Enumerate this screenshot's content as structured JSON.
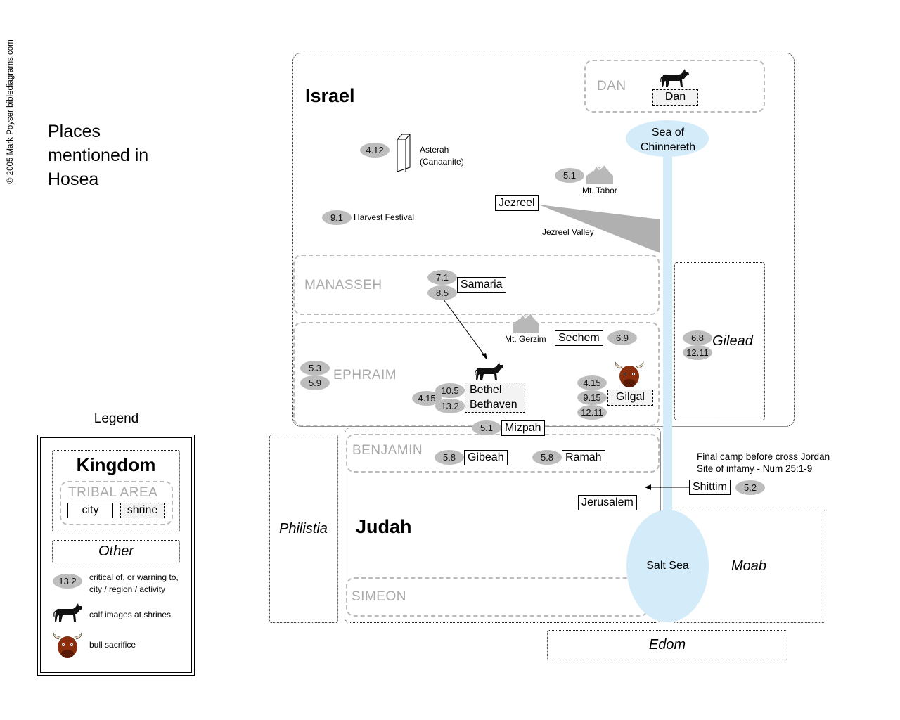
{
  "copyright": "© 2005 Mark Poyser  biblediagrams.com",
  "title": "Places mentioned in Hosea",
  "regions": {
    "israel": "Israel",
    "judah": "Judah",
    "philistia": "Philistia",
    "gilead": "Gilead",
    "moab": "Moab",
    "edom": "Edom"
  },
  "tribes": {
    "dan": "DAN",
    "manasseh": "MANASSEH",
    "ephraim": "EPHRAIM",
    "benjamin": "BENJAMIN",
    "simeon": "SIMEON"
  },
  "waters": {
    "sea_chinnereth": "Sea of Chinnereth",
    "salt_sea": "Salt Sea"
  },
  "places": {
    "dan": "Dan",
    "jezreel": "Jezreel",
    "samaria": "Samaria",
    "sechem": "Sechem",
    "bethel": "Bethel",
    "bethaven": "Bethaven",
    "gilgal": "Gilgal",
    "mizpah": "Mizpah",
    "gibeah": "Gibeah",
    "ramah": "Ramah",
    "shittim": "Shittim",
    "jerusalem": "Jerusalem"
  },
  "labels": {
    "asterah": "Asterah",
    "asterah_note": "(Canaanite)",
    "mt_tabor": "Mt. Tabor",
    "harvest_festival": "Harvest Festival",
    "jezreel_valley": "Jezreel Valley",
    "mt_gerzim": "Mt. Gerzim",
    "shittim_note_1": "Final camp before cross Jordan",
    "shittim_note_2": "Site of infamy - Num 25:1-9"
  },
  "refs": {
    "asterah": "4.12",
    "tabor": "5.1",
    "harvest": "9.1",
    "samaria_1": "7.1",
    "samaria_2": "8.5",
    "sechem": "6.9",
    "ephraim_1": "5.3",
    "ephraim_2": "5.9",
    "bethel_1": "10.5",
    "bethel_2": "13.2",
    "bethel_3": "4.15",
    "gilgal_1": "4.15",
    "gilgal_2": "9.15",
    "gilgal_3": "12.11",
    "gilead_1": "6.8",
    "gilead_2": "12.11",
    "mizpah": "5.1",
    "gibeah": "5.8",
    "ramah": "5.8",
    "shittim": "5.2"
  },
  "legend": {
    "title": "Legend",
    "kingdom": "Kingdom",
    "tribal_area": "TRIBAL AREA",
    "city": "city",
    "shrine": "shrine",
    "other": "Other",
    "ref_sample": "13.2",
    "ref_desc_1": "critical of, or warning to,",
    "ref_desc_2": "city / region / activity",
    "calf_desc": "calf images at shrines",
    "bull_desc": "bull sacrifice"
  },
  "colors": {
    "water": "#d4ecfa",
    "tribe_border": "#bbbbbb",
    "ref_fill": "#bdbdbd",
    "mountain": "#b8b8b8",
    "bull": "#8b2e0e"
  },
  "icons": [
    "calf-icon",
    "bull-icon",
    "mountain-icon",
    "pillar-icon",
    "arrow-icon"
  ]
}
